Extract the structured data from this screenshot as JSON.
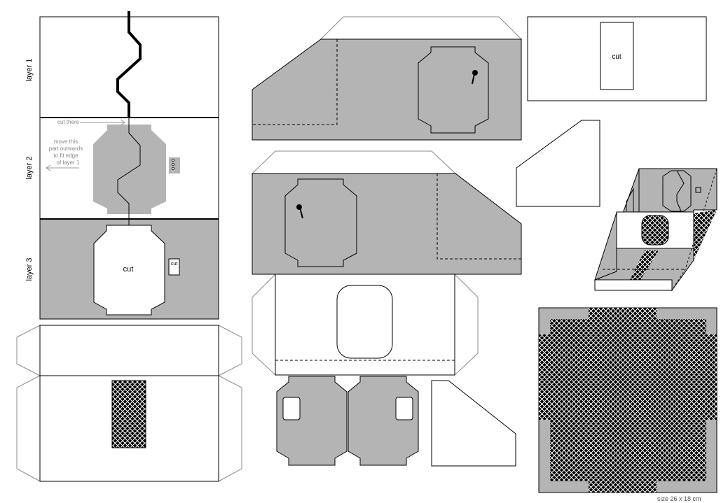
{
  "labels": {
    "layer1": "layer 1",
    "layer2": "layer 2",
    "layer3": "layer 3",
    "cut_there": "cut there",
    "move_note": [
      "move this",
      "part outwards",
      "to fit edge",
      "of layer 1"
    ],
    "cut_main": "cut",
    "cut_small": "cut",
    "cut_top_right": "cut",
    "size": "size 26 x 18 cm"
  },
  "colors": {
    "gray": "#b4b4b4",
    "line": "#000000",
    "flap": "#808080"
  }
}
